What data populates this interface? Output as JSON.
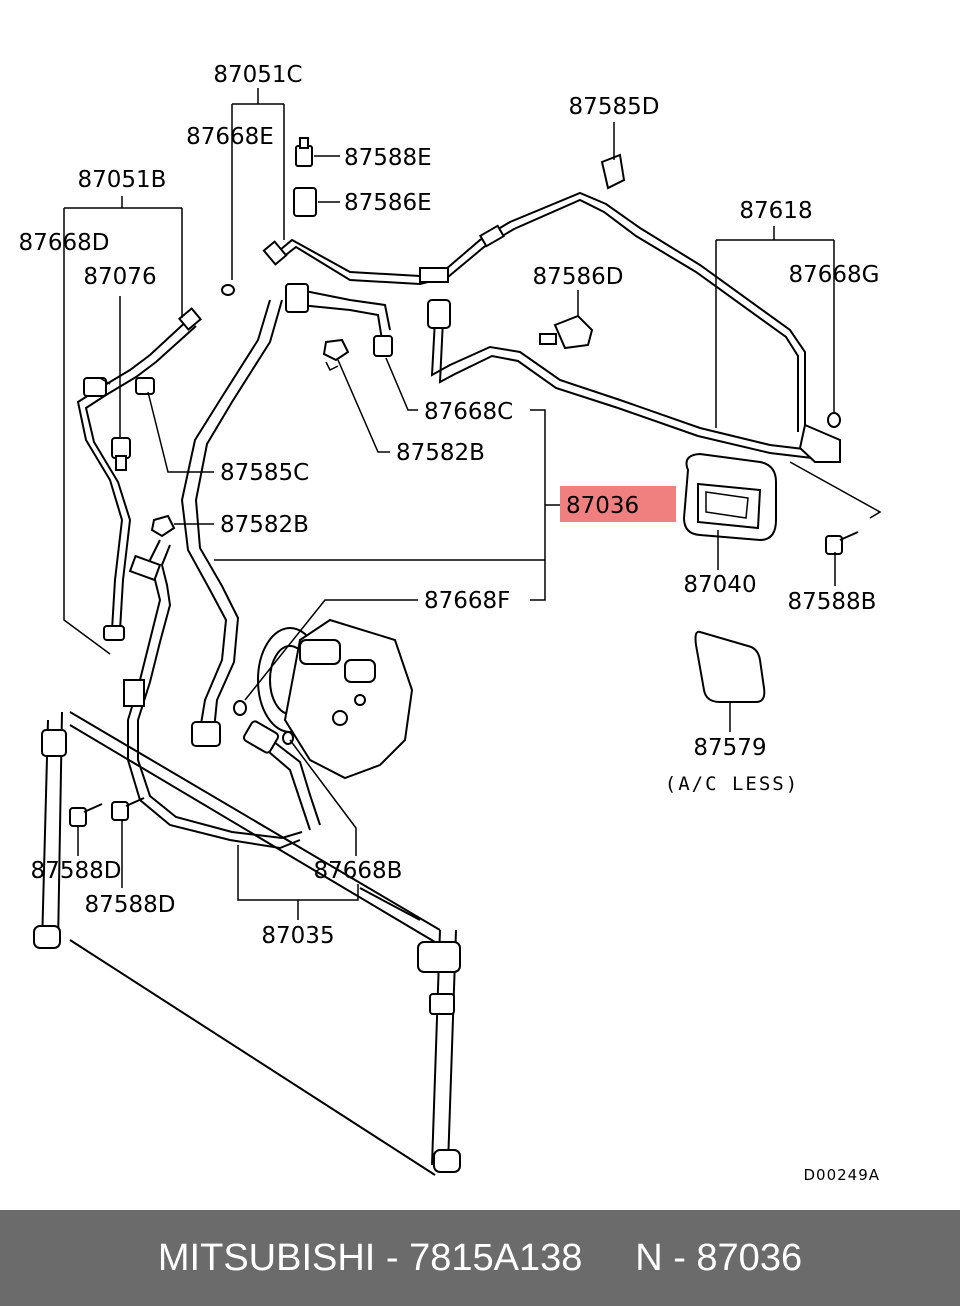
{
  "labels": {
    "p87051C": "87051C",
    "p87668E": "87668E",
    "p87588E": "87588E",
    "p87586E": "87586E",
    "p87585D": "87585D",
    "p87051B": "87051B",
    "p87668D": "87668D",
    "p87076": "87076",
    "p87586D": "87586D",
    "p87618": "87618",
    "p87668G": "87668G",
    "p87668C": "87668C",
    "p87582B_top": "87582B",
    "p87585C": "87585C",
    "p87036": "87036",
    "p87582B_mid": "87582B",
    "p87040": "87040",
    "p87588B": "87588B",
    "p87668F": "87668F",
    "p87579": "87579",
    "ac_less": "(A/C LESS)",
    "p87588D_a": "87588D",
    "p87588D_b": "87588D",
    "p87668B": "87668B",
    "p87035": "87035",
    "diagram_code": "D00249A"
  },
  "highlight_color": "#f08080",
  "footer": {
    "text": "MITSUBISHI - 7815A138     N - 87036"
  }
}
